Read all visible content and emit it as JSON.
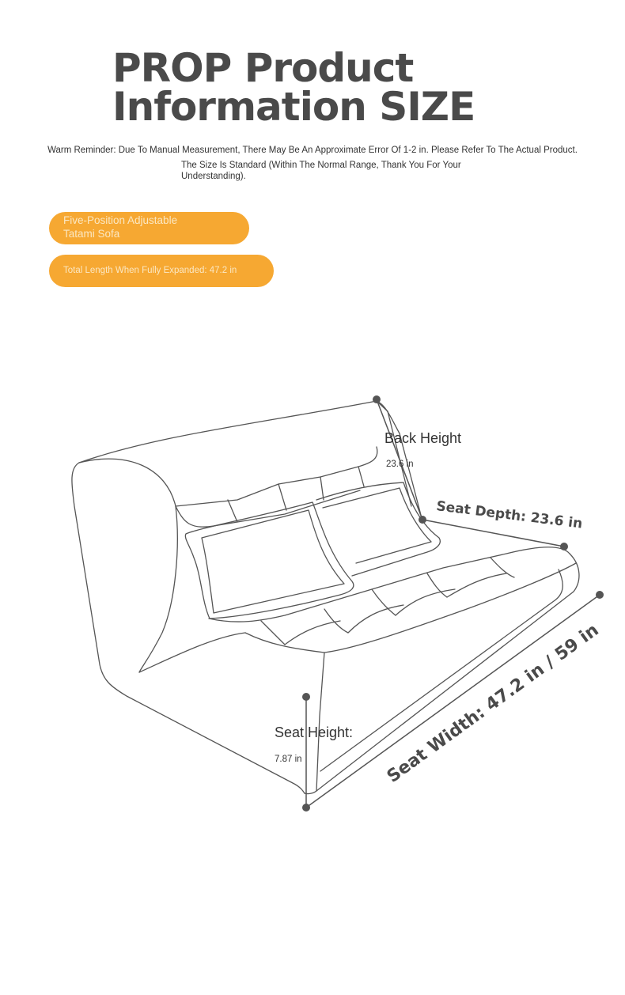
{
  "header": {
    "title_line1": "PROP Product",
    "title_line2": "Information SIZE",
    "reminder": "Warm Reminder: Due To Manual Measurement, There May Be An Approximate Error Of 1-2 in. Please Refer To The Actual Product.",
    "note": "The Size Is Standard (Within The Normal Range, Thank You For Your Understanding)."
  },
  "badges": {
    "product_line1": "Five-Position Adjustable",
    "product_line2": "Tatami Sofa",
    "total_length": "Total Length When Fully Expanded: 47.2 in"
  },
  "dimensions": {
    "back_height_label": "Back Height",
    "back_height_value": "23.6 in",
    "seat_depth": "Seat Depth: 23.6 in",
    "seat_height_label": "Seat Height:",
    "seat_height_value": "7.87 in",
    "seat_width": "Seat Width: 47.2 in / 59 in"
  },
  "colors": {
    "accent": "#f6a832",
    "outline": "#555555",
    "marker": "#555555"
  },
  "icons": {
    "measure_point": "dot-marker"
  }
}
